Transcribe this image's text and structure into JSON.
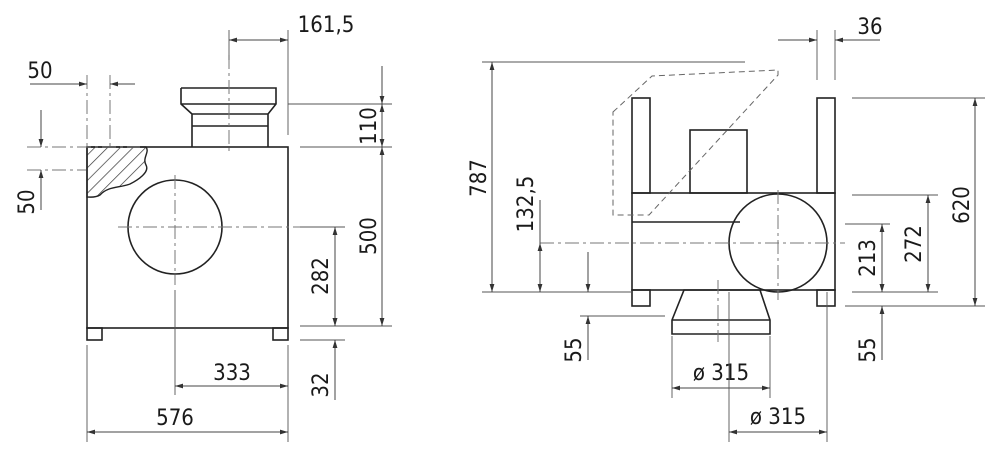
{
  "dimensions": {
    "left_width_576": "576",
    "left_offset_333": "333",
    "left_height_500": "500",
    "left_outlet_height_110": "110",
    "left_outlet_offset_161": "161,5",
    "left_feet_32": "32",
    "left_center_282": "282",
    "left_hatch_50_h": "50",
    "left_hatch_50_v": "50",
    "right_total_787": "787",
    "right_height_620": "620",
    "right_132": "132,5",
    "right_272": "272",
    "right_213": "213",
    "right_feet_55_left": "55",
    "right_feet_55_right": "55",
    "right_top_36": "36",
    "right_diam_bottom": "ø 315",
    "right_diam_side": "ø 315"
  }
}
